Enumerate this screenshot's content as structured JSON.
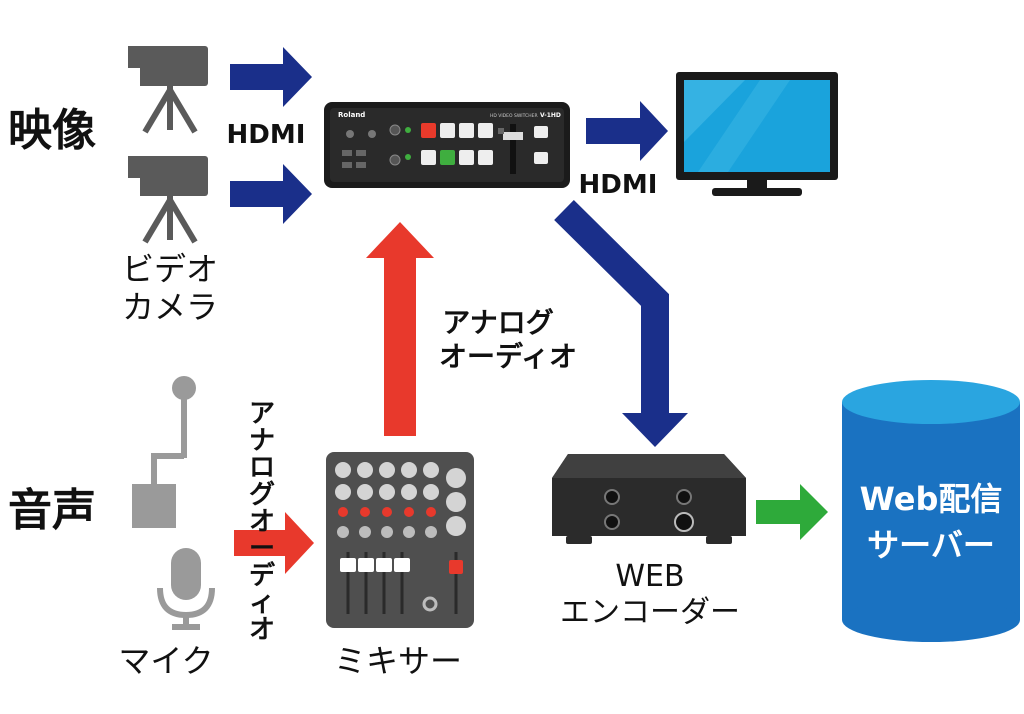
{
  "section_labels": {
    "video": "映像",
    "audio": "音声"
  },
  "devices": {
    "video_camera": [
      "ビデオ",
      "カメラ"
    ],
    "microphone": "マイク",
    "mixer": "ミキサー",
    "web_encoder": [
      "WEB",
      "エンコーダー"
    ],
    "web_server": [
      "Web配信",
      "サーバー"
    ],
    "switcher_brand": "Roland",
    "switcher_model": "V-1HD",
    "switcher_subtitle": "HD VIDEO SWITCHER"
  },
  "connections": {
    "camera_to_switcher": "HDMI",
    "switcher_to_monitor": "HDMI",
    "mixer_to_switcher": [
      "アナログ",
      "オーディオ"
    ],
    "mic_to_mixer": "アナログオーディオ"
  },
  "colors": {
    "video_signal": "#1a2f8a",
    "audio_signal": "#e8392c",
    "network_signal": "#2eaa3a",
    "server_body": "#1a72c1",
    "server_top": "#2aa5e0",
    "device_gray": "#5a5a5a",
    "mic_gray": "#9a9a9a"
  }
}
